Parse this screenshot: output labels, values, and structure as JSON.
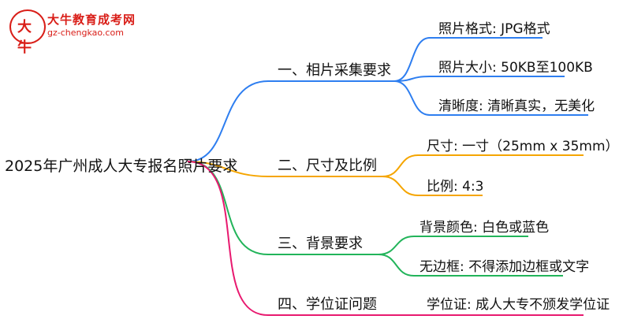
{
  "logo": {
    "icon": "logo-seal",
    "mark_text": "大牛",
    "name": "大牛教育成考网",
    "url": "gz-chengkao.com",
    "color": "#d91e18"
  },
  "root": "2025年广州成人大专报名照片要求",
  "branches": [
    {
      "label": "一、相片采集要求",
      "color": "#2e7ef0",
      "leaves": [
        "照片格式: JPG格式",
        "照片大小: 50KB至100KB",
        "清晰度: 清晰真实，无美化"
      ]
    },
    {
      "label": "二、尺寸及比例",
      "color": "#f5a500",
      "leaves": [
        "尺寸: 一寸（25mm x 35mm）",
        "比例: 4:3"
      ]
    },
    {
      "label": "三、背景要求",
      "color": "#22b45a",
      "leaves": [
        "背景颜色: 白色或蓝色",
        "无边框: 不得添加边框或文字"
      ]
    },
    {
      "label": "四、学位证问题",
      "color": "#e8196f",
      "leaves": [
        "学位证: 成人大专不颁发学位证"
      ]
    }
  ]
}
